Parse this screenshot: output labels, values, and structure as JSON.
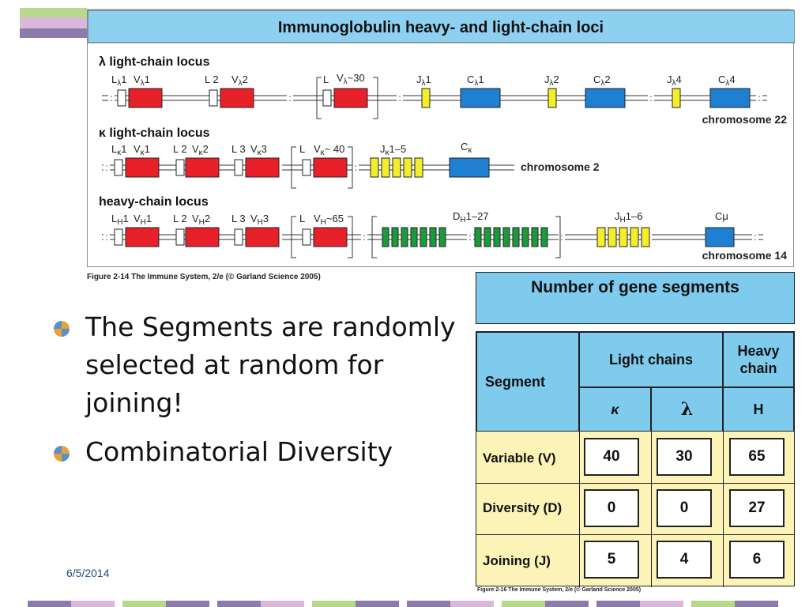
{
  "diagram": {
    "title": "Immunoglobulin heavy- and light-chain loci",
    "lambda": {
      "heading": "λ light-chain locus",
      "labels": [
        "L",
        "λ",
        "1",
        "V",
        "λ",
        "1",
        "L 2",
        "V",
        "λ",
        "2",
        "L",
        "V",
        "λ",
        "~30",
        "J",
        "λ",
        "1",
        "C",
        "λ",
        "1",
        "J",
        "λ",
        "2",
        "C",
        "λ",
        "2",
        "J",
        "λ",
        "4",
        "C",
        "λ",
        "4"
      ],
      "chromosome": "chromosome 22"
    },
    "kappa": {
      "heading": "κ light-chain locus",
      "labels": [
        "L",
        "κ",
        "1",
        "V",
        "κ",
        "1",
        "L 2",
        "V",
        "κ",
        "2",
        "L 3",
        "V",
        "κ",
        "3",
        "L",
        "V",
        "κ",
        "~ 40",
        "J",
        "κ",
        "1–5",
        "C",
        "κ"
      ],
      "chromosome": "chromosome 2"
    },
    "heavy": {
      "heading": "heavy-chain locus",
      "labels": [
        "L",
        "H",
        "1",
        "V",
        "H",
        "1",
        "L 2",
        "V",
        "H",
        "2",
        "L 3",
        "V",
        "H",
        "3",
        "L",
        "V",
        "H",
        "~65",
        "D",
        "H",
        "1–27",
        "J",
        "H",
        "1–6",
        "C",
        "μ"
      ],
      "chromosome": "chromosome 14"
    },
    "colors": {
      "v": "#e8202a",
      "j": "#f4ee2a",
      "c": "#1f7fd1",
      "d": "#1a9a3a",
      "l": "#ffffff",
      "header": "#8dd0f0"
    }
  },
  "figure_caption_1": "Figure 2-14  The Immune System, 2/e (© Garland Science 2005)",
  "bullets": [
    {
      "text": "The Segments are randomly selected at random for joining!",
      "icon": "bullet-quad-icon"
    },
    {
      "text": "Combinatorial Diversity",
      "icon": "bullet-quad-icon"
    }
  ],
  "table": {
    "header": "Number of gene segments",
    "segment_label": "Segment",
    "light_label": "Light chains",
    "heavy_label": "Heavy chain",
    "kappa": "κ",
    "lambda": "λ",
    "h": "H",
    "rows": [
      {
        "label": "Variable (V)",
        "k": "40",
        "l": "30",
        "h": "65"
      },
      {
        "label": "Diversity (D)",
        "k": "0",
        "l": "0",
        "h": "27"
      },
      {
        "label": "Joining (J)",
        "k": "5",
        "l": "4",
        "h": "6"
      }
    ]
  },
  "figure_caption_2": "Figure 2-16  The Immune System, 2/e (© Garland Science 2005)",
  "date": "6/5/2014"
}
